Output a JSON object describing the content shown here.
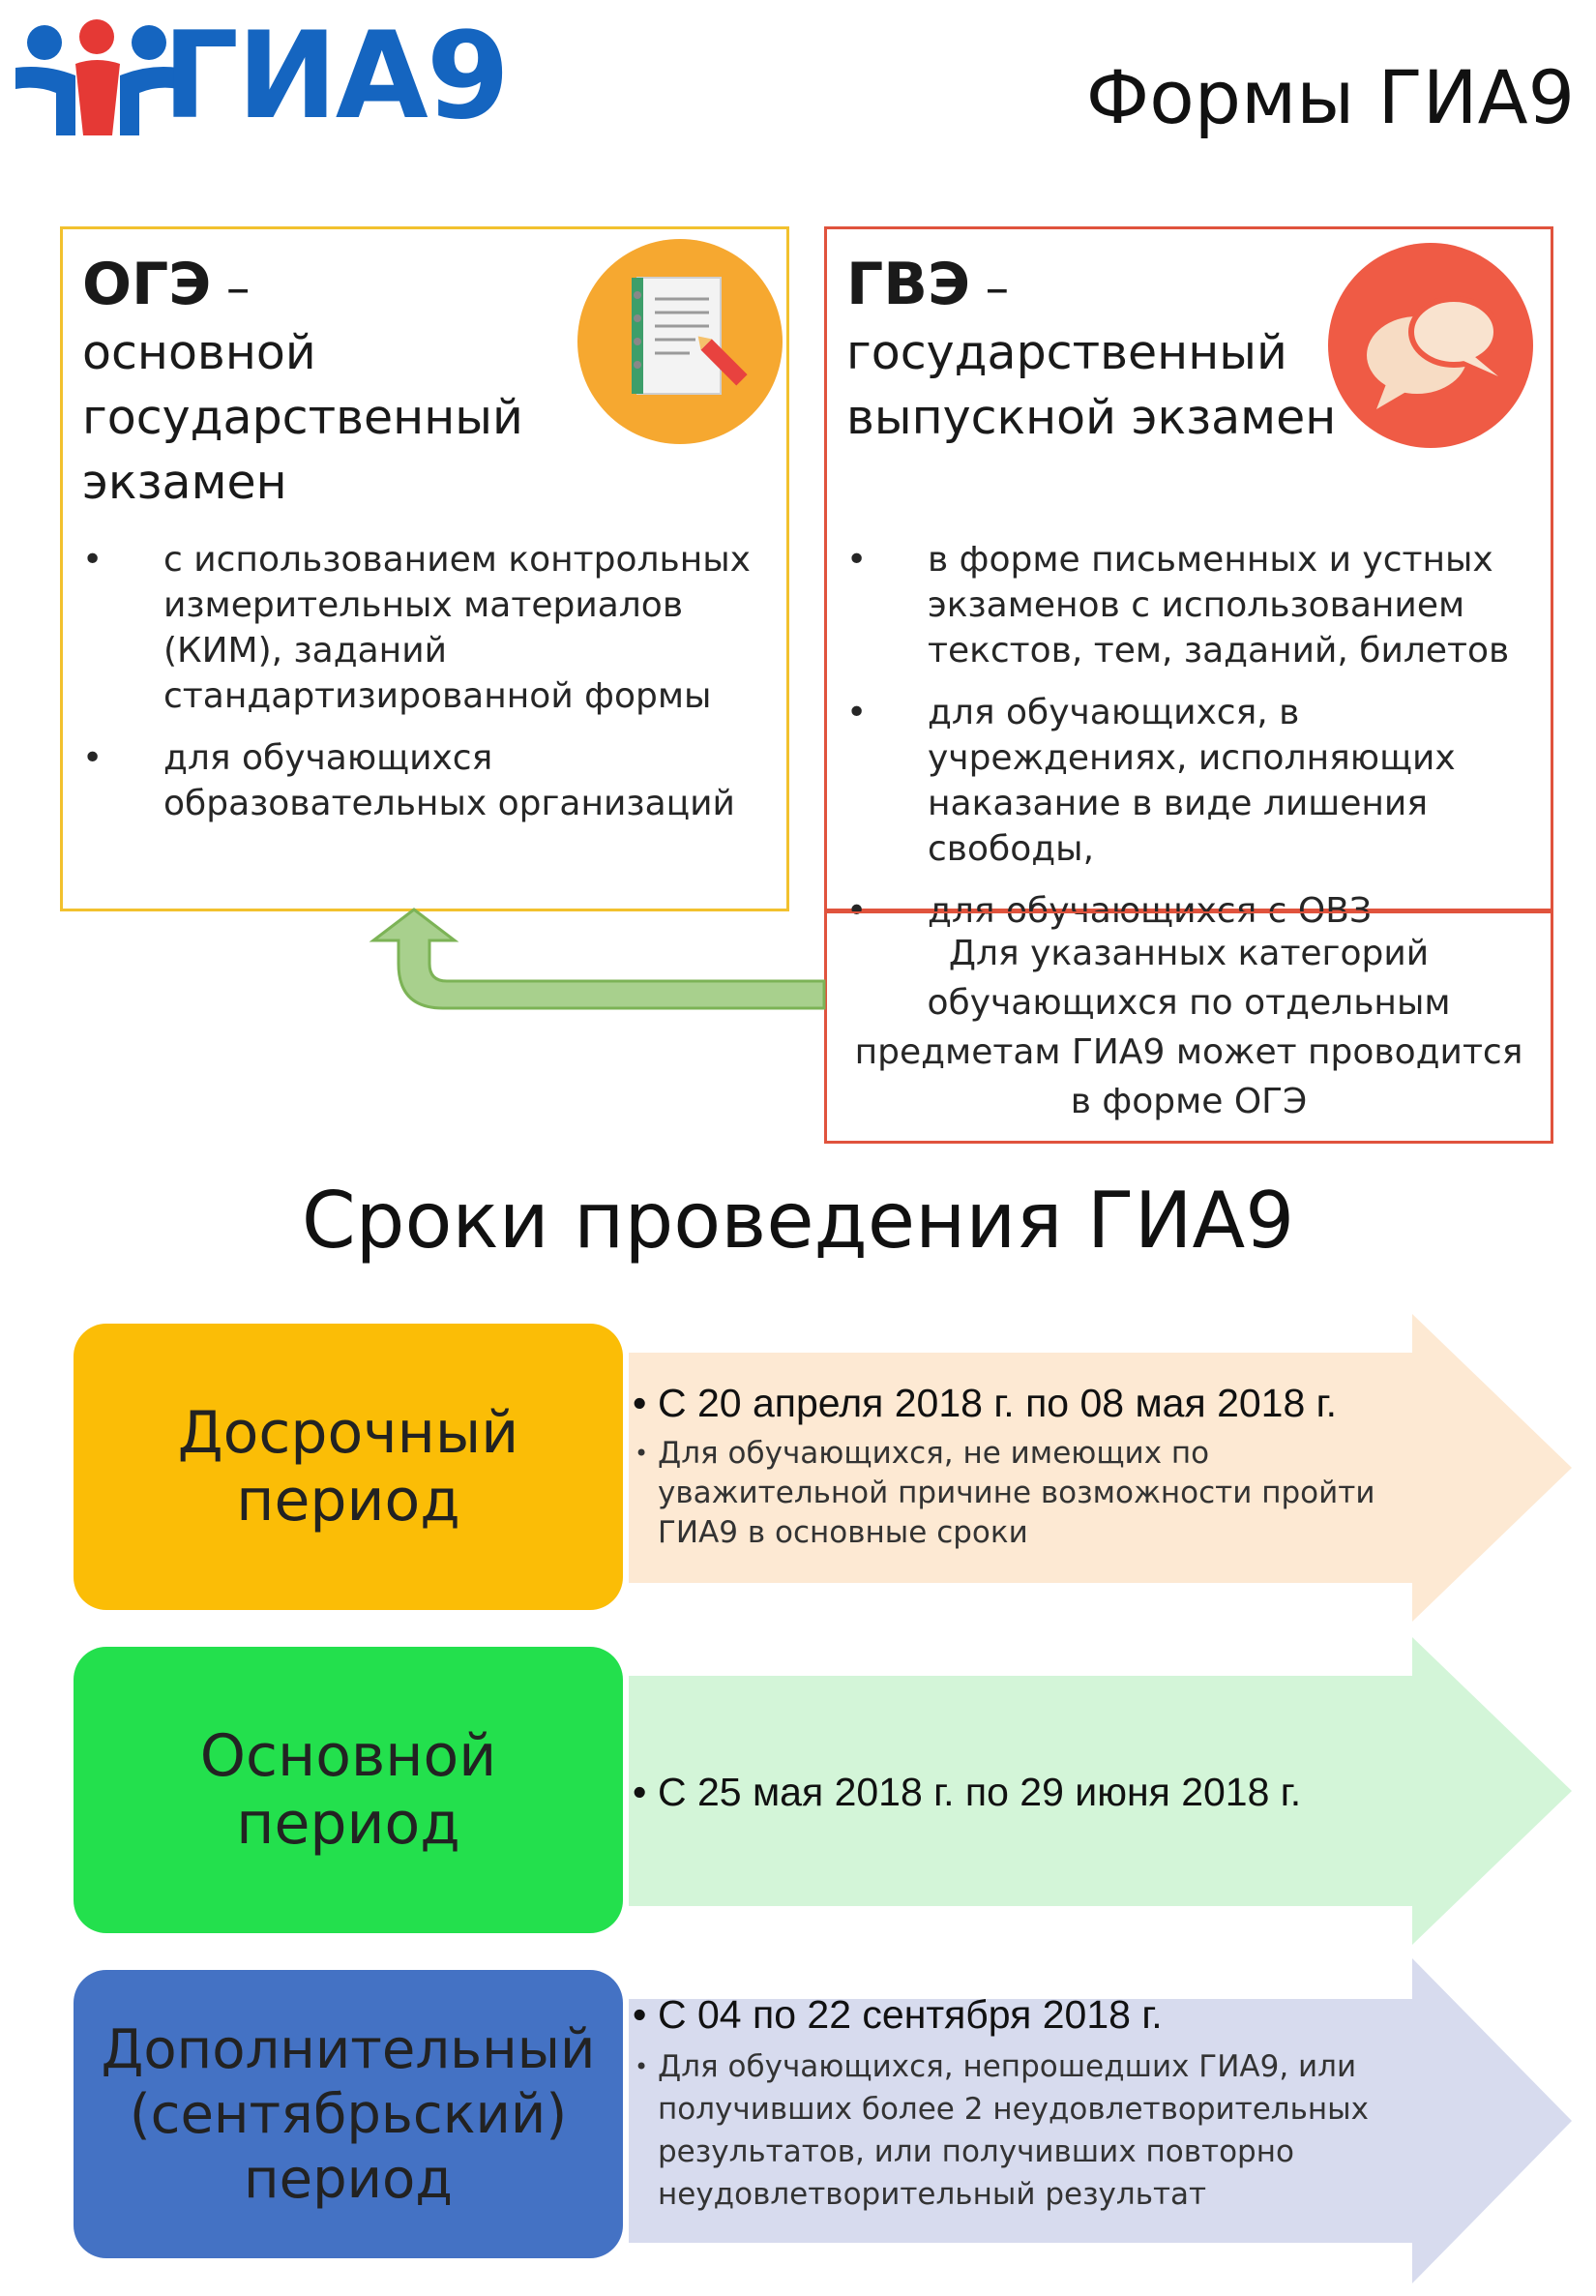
{
  "header": {
    "logo_text": "ГИА9",
    "title": "Формы ГИА9"
  },
  "oge": {
    "abbr": "ОГЭ",
    "dash": " –",
    "name": "основной государственный экзамен",
    "bullets": [
      "с использованием контрольных измерительных материалов (КИМ), заданий стандартизированной формы",
      "для обучающихся образовательных организаций"
    ],
    "icon": "notebook-icon"
  },
  "gve": {
    "abbr": "ГВЭ",
    "dash": " –",
    "name": "государственный выпускной экзамен",
    "bullets": [
      "в форме письменных и устных экзаменов с использованием текстов, тем, заданий, билетов",
      "для обучающихся, в учреждениях, исполняющих наказание в виде лишения свободы,",
      "для обучающихся с ОВЗ"
    ],
    "icon": "speech-bubbles-icon",
    "note": "Для указанных категорий обучающихся по отдельным предметам ГИА9 может проводится в форме ОГЭ"
  },
  "periods": {
    "title": "Сроки проведения ГИА9",
    "items": [
      {
        "label": "Досрочный период",
        "dates": "С 20 апреля 2018 г. по 08 мая 2018 г.",
        "note": "Для обучающихся, не имеющих по уважительной причине возможности пройти ГИА9 в основные сроки",
        "color": "#fbbd06",
        "arrow_color": "#fde9d3"
      },
      {
        "label": "Основной период",
        "dates": "С 25 мая 2018 г. по 29 июня 2018 г.",
        "note": "",
        "color": "#23e04d",
        "arrow_color": "#d3f5d8"
      },
      {
        "label": "Дополнительный (сентябрьский) период",
        "dates": "С 04 по 22 сентября 2018 г.",
        "note": "Для обучающихся, непрошедших ГИА9, или получивших более 2 неудовлетворительных результатов, или получивших повторно неудовлетворительный результат",
        "color": "#4472c4",
        "arrow_color": "#d7dbee"
      }
    ]
  },
  "colors": {
    "oge_border": "#f2c12e",
    "gve_border": "#e0533d",
    "return_arrow": "#8fc46a",
    "logo_blue": "#1565c0",
    "logo_red": "#e53935"
  }
}
